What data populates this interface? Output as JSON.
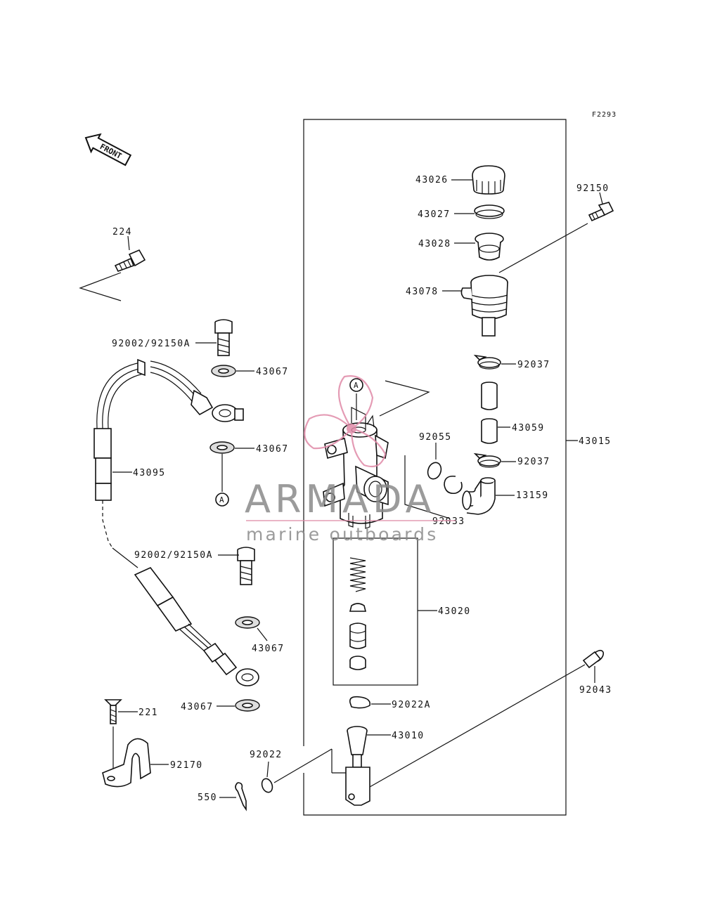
{
  "figure_code": "F2293",
  "front_label": "FRONT",
  "circle_ref": "A",
  "labels": {
    "p43026": "43026",
    "p43027": "43027",
    "p43028": "43028",
    "p43078": "43078",
    "p92150": "92150",
    "p92037a": "92037",
    "p43059": "43059",
    "p92037b": "92037",
    "p13159": "13159",
    "p43015": "43015",
    "p92055": "92055",
    "p92033": "92033",
    "p43020": "43020",
    "p92022A": "92022A",
    "p43010": "43010",
    "p92043": "92043",
    "p92022": "92022",
    "p550": "550",
    "p224": "224",
    "p92002a": "92002/92150A",
    "p43067a": "43067",
    "p43067b": "43067",
    "p43095": "43095",
    "p92002b": "92002/92150A",
    "p43067c": "43067",
    "p43067d": "43067",
    "p221": "221",
    "p92170": "92170"
  },
  "watermark": {
    "brand": "ARMADA",
    "tagline": "marine outboards",
    "colors": {
      "gray": "#8a8a8a",
      "pink": "#e08aa8"
    }
  }
}
